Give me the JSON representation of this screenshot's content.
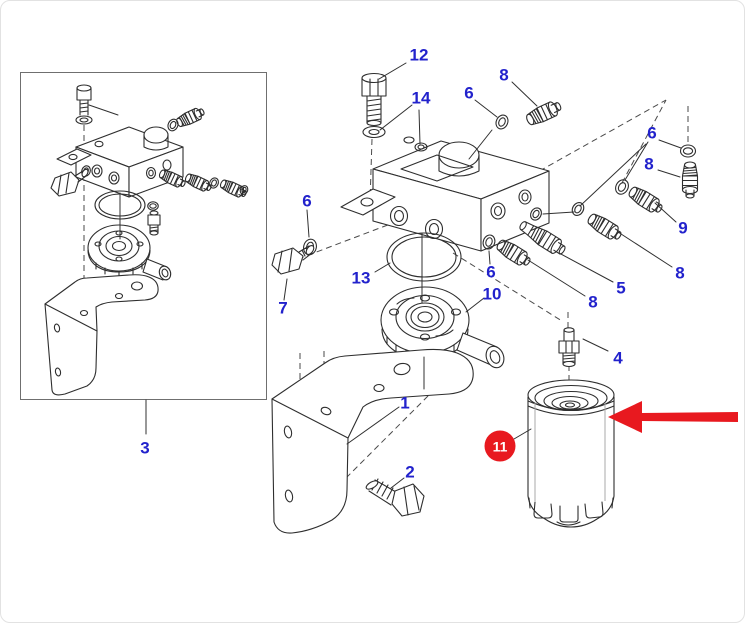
{
  "meta": {
    "background": "#ffffff",
    "line_color": "#2e2e2e",
    "label_color": "#2222cc",
    "highlight_color": "#e8191f"
  },
  "diagram": {
    "type": "exploded-parts-diagram",
    "subject": "fuel-filter-assembly",
    "inset_box_label": "3"
  },
  "labels": [
    {
      "text": "12"
    },
    {
      "text": "14"
    },
    {
      "text": "6"
    },
    {
      "text": "8"
    },
    {
      "text": "6"
    },
    {
      "text": "8"
    },
    {
      "text": "9"
    },
    {
      "text": "8"
    },
    {
      "text": "5"
    },
    {
      "text": "8"
    },
    {
      "text": "6"
    },
    {
      "text": "7"
    },
    {
      "text": "13"
    },
    {
      "text": "6"
    },
    {
      "text": "10"
    },
    {
      "text": "1"
    },
    {
      "text": "2"
    },
    {
      "text": "4"
    },
    {
      "text": "3"
    }
  ],
  "highlight": {
    "badge_text": "11"
  }
}
